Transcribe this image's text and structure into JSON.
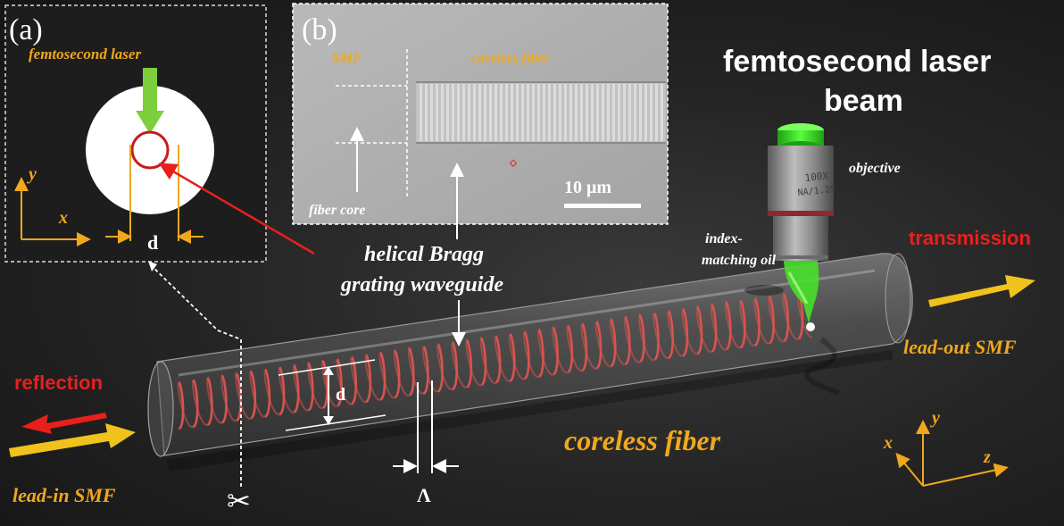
{
  "panel_a": {
    "tag": "(a)",
    "laser_label": "femtosecond laser",
    "axis_y": "y",
    "axis_x": "x",
    "diameter": "d"
  },
  "panel_b": {
    "tag": "(b)",
    "smf_label": "SMF",
    "coreless_label": "coreless fiber",
    "core_label": "fiber core",
    "scale_bar": "10 μm"
  },
  "main": {
    "laser_title_1": "femtosecond laser",
    "laser_title_2": "beam",
    "objective": "objective",
    "objective_marking_1": "100X",
    "objective_marking_2": "NA/1.25",
    "oil_1": "index-",
    "oil_2": "matching oil",
    "transmission": "transmission",
    "lead_out": "lead-out SMF",
    "grating_1": "helical Bragg",
    "grating_2": "grating waveguide",
    "reflection": "reflection",
    "lead_in": "lead-in SMF",
    "coreless": "coreless fiber",
    "diameter": "d",
    "period": "Λ",
    "scissors": "✂",
    "axis_x": "x",
    "axis_y": "y",
    "axis_z": "z"
  },
  "colors": {
    "label_orange": "#f0a81c",
    "label_red": "#e8201c",
    "helix_red": "#d9534f",
    "laser_green": "#33dd22",
    "fiber_gray": "#8a8a8a"
  }
}
